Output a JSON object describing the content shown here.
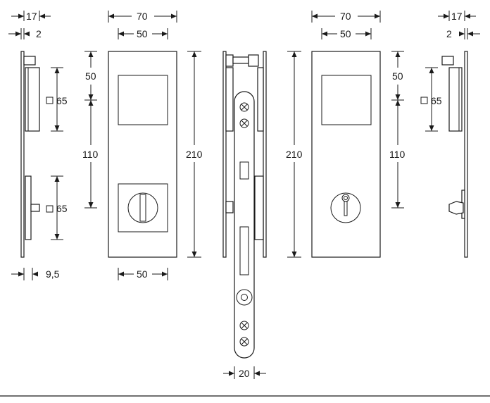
{
  "dimensions": {
    "left_top_17": "17",
    "left_top_2": "2",
    "left_sq_65_a": "65",
    "left_sq_65_b": "65",
    "left_bottom_9_5": "9,5",
    "p1_width_70": "70",
    "p1_inner_50": "50",
    "p1_v_50": "50",
    "p1_v_110": "110",
    "p1_bottom_50": "50",
    "p1_height_210": "210",
    "lock_width_20": "20",
    "p2_height_210": "210",
    "p2_width_70": "70",
    "p2_inner_50": "50",
    "p2_v_50": "50",
    "p2_v_110": "110",
    "right_top_17": "17",
    "right_top_2": "2",
    "right_sq_65": "65"
  },
  "colors": {
    "line": "#1a1a1a",
    "background": "#ffffff"
  }
}
